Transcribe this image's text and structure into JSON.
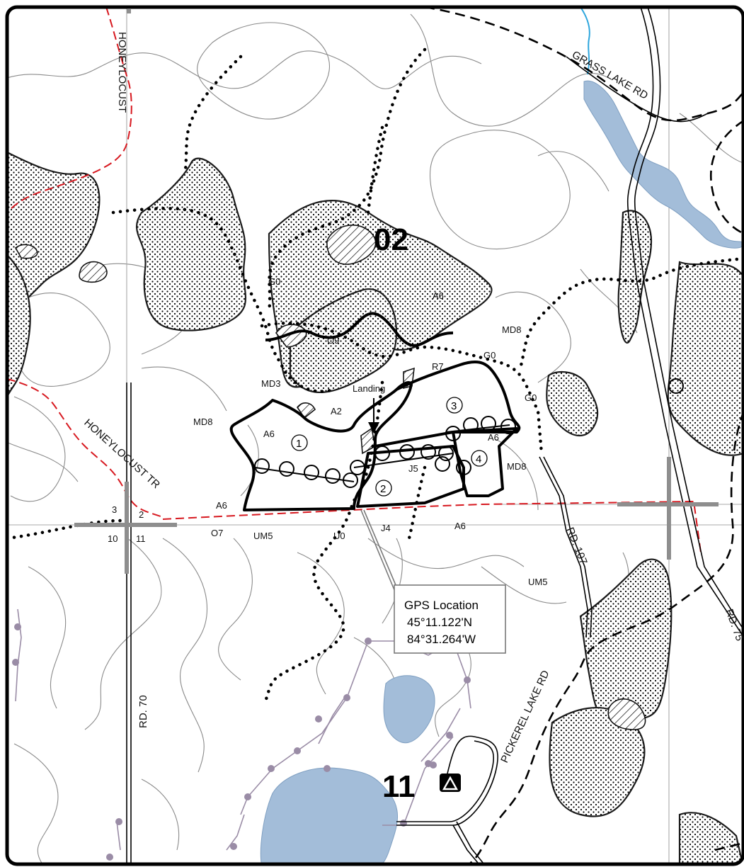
{
  "map": {
    "compartment_labels": [
      "02",
      "11"
    ],
    "stand_labels": [
      "A6",
      "A6",
      "A6",
      "A6",
      "A6",
      "A2",
      "G0",
      "G0",
      "G0",
      "O9",
      "MD8",
      "MD8",
      "MD8",
      "MD3",
      "R7",
      "J5",
      "J4",
      "O7",
      "UM5",
      "UM5",
      "U0"
    ],
    "unit_numbers": [
      "1",
      "2",
      "3",
      "4"
    ],
    "section_numbers": [
      "3",
      "2",
      "10",
      "11"
    ],
    "road_labels": [
      "HONEYLOCUST",
      "GRASS LAKE RD",
      "HONEYLOCUST TR",
      "RD. 70",
      "RD. 107",
      "RD. 75",
      "PICKEREL LAKE RD"
    ],
    "landing_label": "Landing",
    "gps": {
      "title": "GPS Location",
      "lat": "45°11.122'N",
      "lon": "84°31.264'W"
    },
    "icons": [
      "campground-icon",
      "north-arrow-landing-icon"
    ],
    "colors": {
      "water": "#a3bdd9",
      "stream": "#2ea6dd",
      "boundary_red": "#d71920",
      "powerline": "#9a8ca6",
      "section_line": "#a8a8a8"
    }
  }
}
